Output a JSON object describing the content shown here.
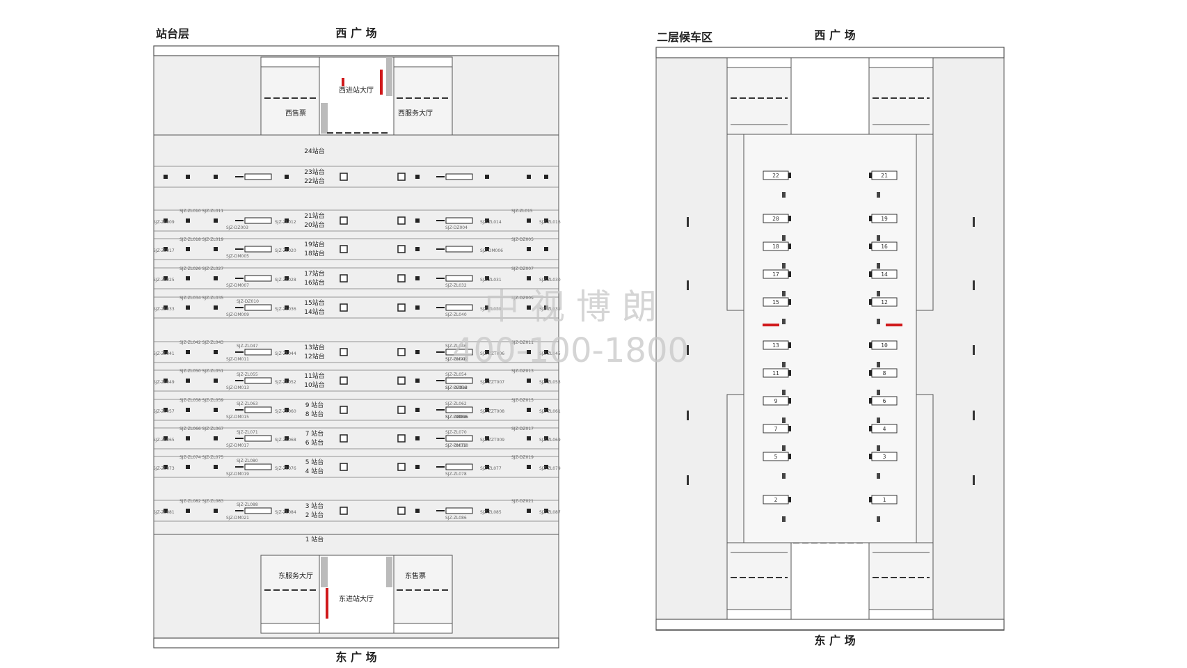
{
  "left_plan": {
    "title": "站台层",
    "north_label": "西 广 场",
    "south_label": "东 广 场",
    "rooms": {
      "west_ticket": "西售票",
      "west_entry_hall": "西进站大厅",
      "west_service_hall": "西服务大厅",
      "east_service_hall": "东服务大厅",
      "east_ticket": "东售票",
      "east_entry_hall": "东进站大厅"
    },
    "platform_top": "24站台",
    "platform_bottom": "1 站台",
    "platform_pairs": [
      {
        "upper": "23站台",
        "lower": "22站台",
        "codes": []
      },
      {
        "upper": "21站台",
        "lower": "20站台",
        "codes": [
          "SJZ-ZL010 SJZ-ZL011",
          "SJZ-ZL009",
          "SJZ-ZL012",
          "SJZ-DZ003",
          "SJZ-ZL015",
          "SJZ-ZL014",
          "SJZ-ZL016",
          "SJZ-DZ004"
        ]
      },
      {
        "upper": "19站台",
        "lower": "18站台",
        "codes": [
          "SJZ-ZL018 SJZ-ZL019",
          "SJZ-ZL017",
          "SJZ-ZL020",
          "SJZ-DM005",
          "SJZ-DZ005",
          "SJZ-DM006"
        ]
      },
      {
        "upper": "17站台",
        "lower": "16站台",
        "codes": [
          "SJZ-ZL026 SJZ-ZL027",
          "SJZ-ZL025",
          "SJZ-ZL028",
          "SJZ-DM007",
          "SJZ-DZ007",
          "SJZ-ZL031",
          "SJZ-ZL030",
          "SJZ-ZL032"
        ]
      },
      {
        "upper": "15站台",
        "lower": "14站台",
        "codes": [
          "SJZ-ZL034 SJZ-ZL035",
          "SJZ-ZL033",
          "SJZ-ZL036",
          "SJZ-DM009",
          "SJZ-DZ009",
          "SJZ-ZL039",
          "SJZ-ZL038",
          "SJZ-ZL040",
          "SJZ-DZ010"
        ]
      },
      {
        "upper": "13站台",
        "lower": "12站台",
        "codes": [
          "SJZ-ZL042 SJZ-ZL043",
          "SJZ-ZL041",
          "SJZ-ZL044",
          "SJZ-DM011",
          "SJZ-DZ011",
          "SJZ-ZZT006",
          "SJZ-ZL045",
          "SJZ-DM012",
          "SJZ-ZL047",
          "SJZ-ZL046",
          "SJZ-ZL048"
        ]
      },
      {
        "upper": "11站台",
        "lower": "10站台",
        "codes": [
          "SJZ-ZL050 SJZ-ZL051",
          "SJZ-ZL049",
          "SJZ-ZL052",
          "SJZ-DM013",
          "SJZ-DZ013",
          "SJZ-ZZT007",
          "SJZ-ZL053",
          "SJZ-DZ012",
          "SJZ-ZL055",
          "SJZ-ZL054",
          "SJZ-ZL056",
          "SJZ-DZ014"
        ]
      },
      {
        "upper": "9 站台",
        "lower": "8 站台",
        "codes": [
          "SJZ-ZL058 SJZ-ZL059",
          "SJZ-ZL057",
          "SJZ-ZL060",
          "SJZ-DM015",
          "SJZ-DZ015",
          "SJZ-ZZT008",
          "SJZ-ZL061",
          "SJZ-DM016",
          "SJZ-ZL063",
          "SJZ-ZL062",
          "SJZ-ZL064",
          "SJZ-DZ016"
        ]
      },
      {
        "upper": "7 站台",
        "lower": "6 站台",
        "codes": [
          "SJZ-ZL066 SJZ-ZL067",
          "SJZ-ZL065",
          "SJZ-ZL068",
          "SJZ-DM017",
          "SJZ-DZ017",
          "SJZ-ZZT009",
          "SJZ-ZL069",
          "SJZ-DM018",
          "SJZ-ZL071",
          "SJZ-ZL070",
          "SJZ-ZL072"
        ]
      },
      {
        "upper": "5 站台",
        "lower": "4 站台",
        "codes": [
          "SJZ-ZL074 SJZ-ZL075",
          "SJZ-ZL073",
          "SJZ-ZL076",
          "SJZ-DM019",
          "SJZ-DZ019",
          "SJZ-ZL077",
          "SJZ-ZL079",
          "SJZ-ZL078",
          "SJZ-ZL080"
        ]
      },
      {
        "upper": "3 站台",
        "lower": "2 站台",
        "codes": [
          "SJZ-ZL082 SJZ-ZL083",
          "SJZ-ZL081",
          "SJZ-ZL084",
          "SJZ-DM021",
          "SJZ-DZ021",
          "SJZ-ZL085",
          "SJZ-ZL087",
          "SJZ-ZL086",
          "SJZ-ZL088"
        ]
      }
    ]
  },
  "right_plan": {
    "title": "二层候车区",
    "north_label": "西 广 场",
    "south_label": "东 广 场",
    "gates_left": [
      "22",
      "20",
      "18",
      "17",
      "15",
      "13",
      "11",
      "9",
      "7",
      "5",
      "2"
    ],
    "gates_right": [
      "21",
      "19",
      "16",
      "14",
      "12",
      "10",
      "8",
      "6",
      "4",
      "3",
      "1"
    ]
  },
  "watermark": {
    "name": "中 视 博 朗",
    "phone": "400-100-1800"
  },
  "colors": {
    "highlight": "#d0191b",
    "floor": "#efefef",
    "line": "#555555"
  }
}
